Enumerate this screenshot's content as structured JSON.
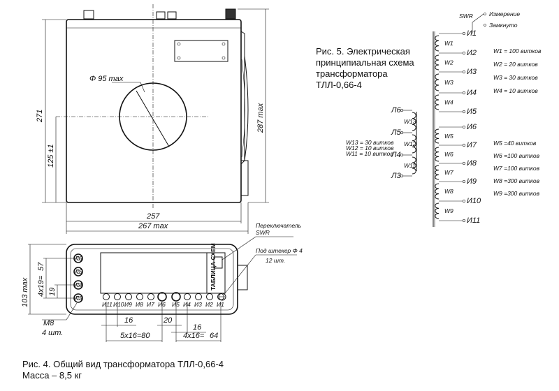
{
  "captions": {
    "fig4_line1": "Рис. 4. Общий вид трансформатора ТЛЛ-0,66-4",
    "fig4_line2": "Масса – 8,5 кг",
    "fig5_line1": "Рис. 5. Электрическая",
    "fig5_line2": "принципиальная схема",
    "fig5_line3": "трансформатора",
    "fig5_line4": "ТЛЛ-0,66-4"
  },
  "front_view": {
    "diameter": "Φ 95 max",
    "height_total": "271",
    "height_max": "287 max",
    "center_height": "125 ±1",
    "width": "257",
    "width_max": "267 max"
  },
  "bottom_view": {
    "switch_label_1": "Переключатель",
    "switch_label_2": "SWR",
    "plug_label": "Под штекер Φ 4",
    "plug_count": "12 шт.",
    "plate_text": "ТАБЛИЦА СХЕМ",
    "dim_103": "103 max",
    "dim_57": "57",
    "dim_4x19": "4х19=",
    "dim_19": "19",
    "screw_label": "M8",
    "screw_count": "4 шт.",
    "dim_16a": "16",
    "dim_20": "20",
    "dim_16b": "16",
    "dim_5x16": "5х16=80",
    "dim_4x16": "4х16=",
    "dim_64": "64",
    "left_terminals": [
      "Л6",
      "Л5",
      "Л4",
      "Л3"
    ],
    "bottom_terminals": [
      "И11",
      "И10",
      "И9",
      "И8",
      "И7",
      "И6",
      "И5",
      "И4",
      "И3",
      "И2",
      "И1"
    ]
  },
  "schematic": {
    "swr": "SWR",
    "measure": "Измерение",
    "shorted": "Замкнуто",
    "taps": [
      "И1",
      "И2",
      "И3",
      "И4",
      "И5",
      "И6",
      "И7",
      "И8",
      "И9",
      "И10",
      "И11"
    ],
    "windings_upper": [
      "W1",
      "W2",
      "W3",
      "W4"
    ],
    "windings_lower": [
      "W5",
      "W6",
      "W7",
      "W8",
      "W9"
    ],
    "legend_upper": [
      "W1 = 100 витков",
      "W2 = 20 витков",
      "W3 = 30 витков",
      "W4 = 10 витков"
    ],
    "legend_lower": [
      "W5 =40 витков",
      "W6 =100 витков",
      "W7 =100 витков",
      "W8 =300 витков",
      "W9 =300 витков"
    ],
    "left_taps": [
      "Л6",
      "Л5",
      "Л4",
      "Л3"
    ],
    "left_windings": [
      "W13",
      "W12",
      "W11"
    ],
    "legend_left": [
      "W13 = 30 витков",
      "W12 = 10 витков",
      "W11 = 10 витков"
    ]
  }
}
